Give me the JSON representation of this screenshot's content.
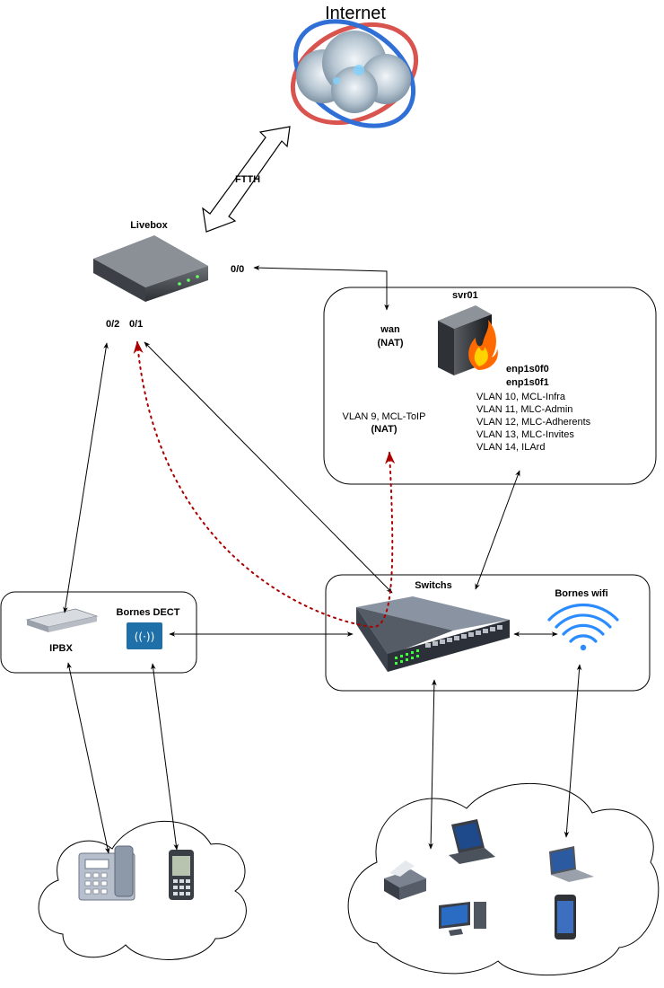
{
  "title": "Internet",
  "links": {
    "ftth": "FTTH"
  },
  "livebox": {
    "name": "Livebox",
    "port_wan": "0/0",
    "port_a": "0/2",
    "port_b": "0/1"
  },
  "server": {
    "name": "svr01",
    "wan": "wan",
    "wan_nat": "(NAT)",
    "iface1": "enp1s0f0",
    "iface2": "enp1s0f1",
    "vlans": [
      "VLAN 10, MCL-Infra",
      "VLAN 11, MLC-Admin",
      "VLAN 12, MLC-Adherents",
      "VLAN 13, MLC-Invites",
      "VLAN 14, ILArd"
    ],
    "voip_vlan": "VLAN 9, MCL-ToIP",
    "voip_nat": "(NAT)"
  },
  "telephony": {
    "ipbx": "IPBX",
    "dect": "Bornes DECT"
  },
  "network": {
    "switches": "Switchs",
    "wifi": "Bornes wifi"
  },
  "colors": {
    "dotted_flow": "#aa0000",
    "line": "#000000",
    "wifi": "#2b8cff",
    "dect": "#1f6fa8"
  }
}
